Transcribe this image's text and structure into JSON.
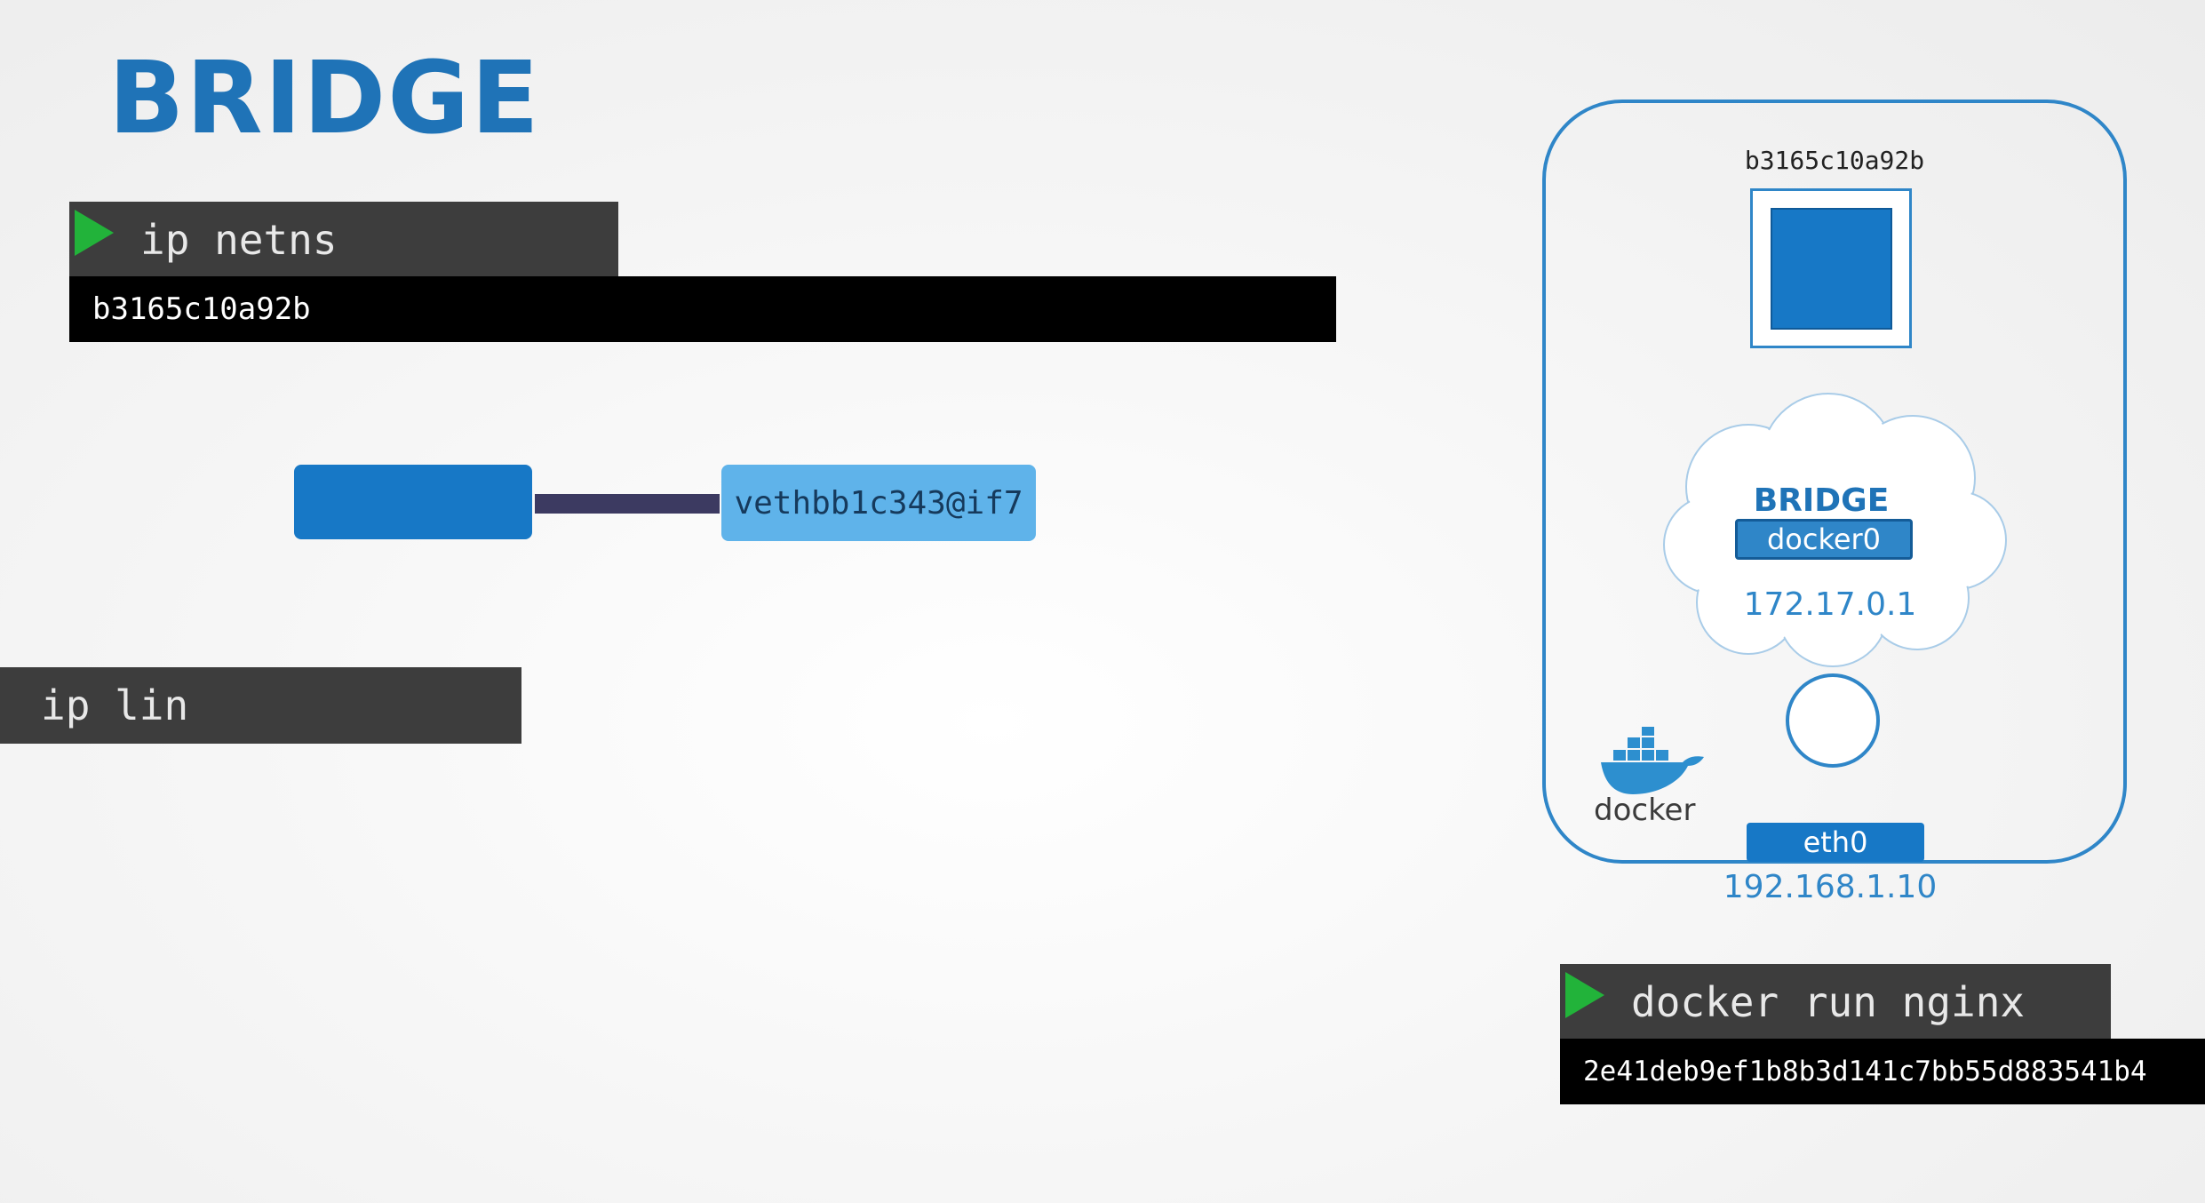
{
  "slide_title": "BRIDGE",
  "terminal_netns": {
    "command": "ip netns",
    "output": "b3165c10a92b"
  },
  "terminal_link": {
    "command": "ip lin"
  },
  "veth_label": "vethbb1c343@if7",
  "host": {
    "namespace_label": "b3165c10a92b",
    "bridge_title": "BRIDGE",
    "bridge_interface": "docker0",
    "bridge_ip": "172.17.0.1",
    "host_interface": "eth0",
    "host_ip": "192.168.1.10",
    "logo_text": "docker"
  },
  "terminal_docker": {
    "command": "docker run nginx",
    "output": "2e41deb9ef1b8b3d141c7bb55d883541b4"
  },
  "colors": {
    "accent_blue": "#1778c6",
    "play_green": "#22b33a",
    "veth_light_blue": "#5fb3ea"
  }
}
